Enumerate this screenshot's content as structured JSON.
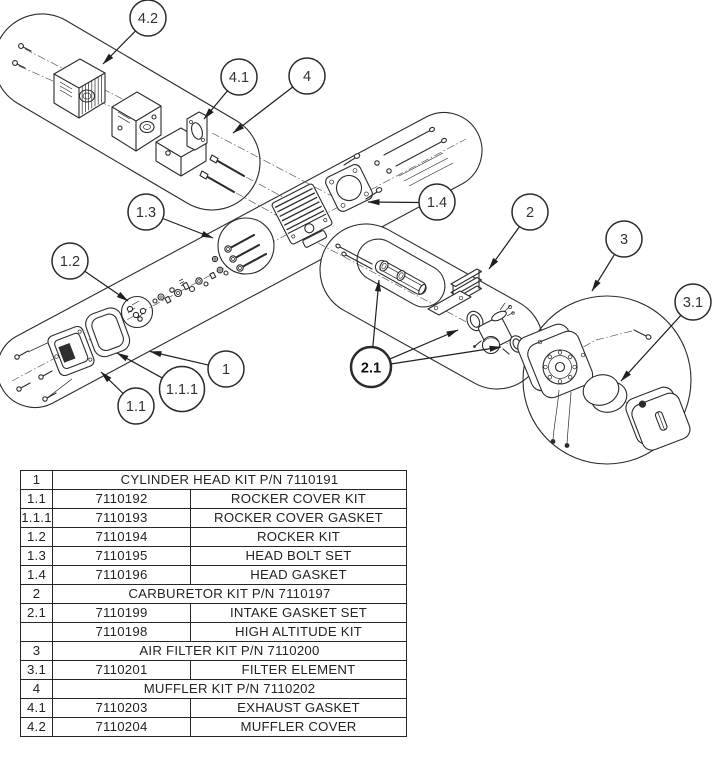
{
  "colors": {
    "line": "#2b2b2b",
    "text": "#232323",
    "background": "#ffffff"
  },
  "diagram": {
    "balloons": [
      {
        "label": "4.2"
      },
      {
        "label": "4.1"
      },
      {
        "label": "4"
      },
      {
        "label": "1.3"
      },
      {
        "label": "1.2"
      },
      {
        "label": "1.4"
      },
      {
        "label": "2"
      },
      {
        "label": "3"
      },
      {
        "label": "3.1"
      },
      {
        "label": "1"
      },
      {
        "label": "1.1.1"
      },
      {
        "label": "1.1"
      },
      {
        "label": "2.1"
      }
    ]
  },
  "table": {
    "rows": [
      {
        "item": "1",
        "part": "",
        "desc": "CYLINDER HEAD KIT P/N 7110191"
      },
      {
        "item": "1.1",
        "part": "7110192",
        "desc": "ROCKER COVER KIT"
      },
      {
        "item": "1.1.1",
        "part": "7110193",
        "desc": "ROCKER COVER GASKET"
      },
      {
        "item": "1.2",
        "part": "7110194",
        "desc": "ROCKER KIT"
      },
      {
        "item": "1.3",
        "part": "7110195",
        "desc": "HEAD BOLT SET"
      },
      {
        "item": "1.4",
        "part": "7110196",
        "desc": "HEAD GASKET"
      },
      {
        "item": "2",
        "part": "",
        "desc": "CARBURETOR KIT P/N 7110197"
      },
      {
        "item": "2.1",
        "part": "7110199",
        "desc": "INTAKE GASKET SET"
      },
      {
        "item": "",
        "part": "7110198",
        "desc": "HIGH ALTITUDE KIT"
      },
      {
        "item": "3",
        "part": "",
        "desc": "AIR FILTER KIT P/N 7110200"
      },
      {
        "item": "3.1",
        "part": "7110201",
        "desc": "FILTER ELEMENT"
      },
      {
        "item": "4",
        "part": "",
        "desc": "MUFFLER KIT P/N 7110202"
      },
      {
        "item": "4.1",
        "part": "7110203",
        "desc": "EXHAUST GASKET"
      },
      {
        "item": "4.2",
        "part": "7110204",
        "desc": "MUFFLER COVER"
      }
    ]
  }
}
